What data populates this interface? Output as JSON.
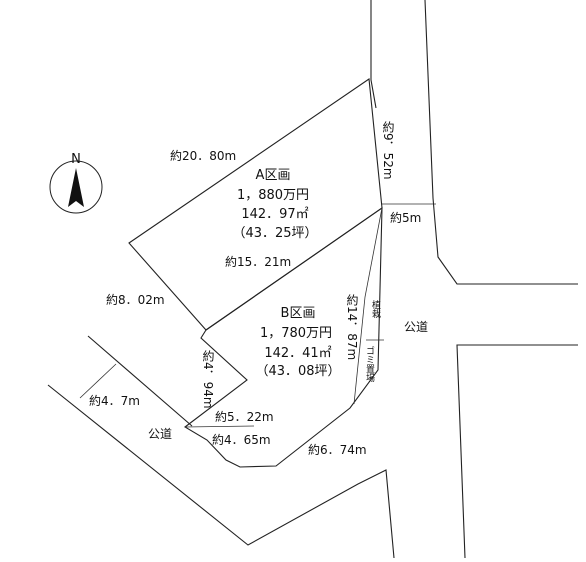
{
  "north": {
    "letter": "N"
  },
  "lot_a": {
    "name": "A区画",
    "price": "1，880万円",
    "area_m2": "142．97㎡",
    "area_tsubo": "（43．25坪）"
  },
  "lot_b": {
    "name": "B区画",
    "price": "1，780万円",
    "area_m2": "142．41㎡",
    "area_tsubo": "（43．08坪）"
  },
  "dimensions": {
    "top_edge": "約20．80m",
    "right_top_vertical": "約9．52m",
    "road_width_right": "約5m",
    "middle_divider": "約15．21m",
    "left_edge": "約8．02m",
    "right_bottom_vertical": "約14．87m",
    "notch_vertical": "約4．94m",
    "road_width_left": "約4．7m",
    "notch_bottom": "約5．22m",
    "front_lower": "約4．65m",
    "bottom_edge": "約6．74m"
  },
  "labels": {
    "planting": "植栽",
    "trash": "ゴミ置場",
    "public_road_right": "公道",
    "public_road_left": "公道"
  }
}
